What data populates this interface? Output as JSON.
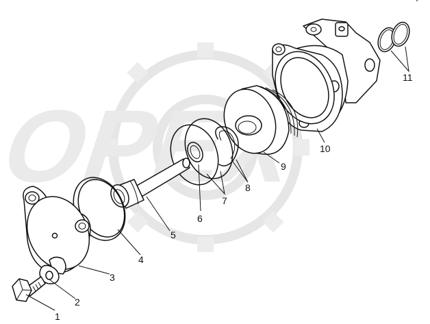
{
  "diagram": {
    "watermark_text": "OPEX",
    "corner_mark": "´",
    "callouts": [
      {
        "id": "1",
        "label": "1"
      },
      {
        "id": "2",
        "label": "2"
      },
      {
        "id": "3",
        "label": "3"
      },
      {
        "id": "4",
        "label": "4"
      },
      {
        "id": "5",
        "label": "5"
      },
      {
        "id": "6",
        "label": "6"
      },
      {
        "id": "7",
        "label": "7"
      },
      {
        "id": "8",
        "label": "8"
      },
      {
        "id": "9",
        "label": "9"
      },
      {
        "id": "10",
        "label": "10"
      },
      {
        "id": "11",
        "label": "11"
      }
    ]
  },
  "colors": {
    "line": "#111111",
    "watermark": "#e3e3e3",
    "background": "#ffffff"
  }
}
